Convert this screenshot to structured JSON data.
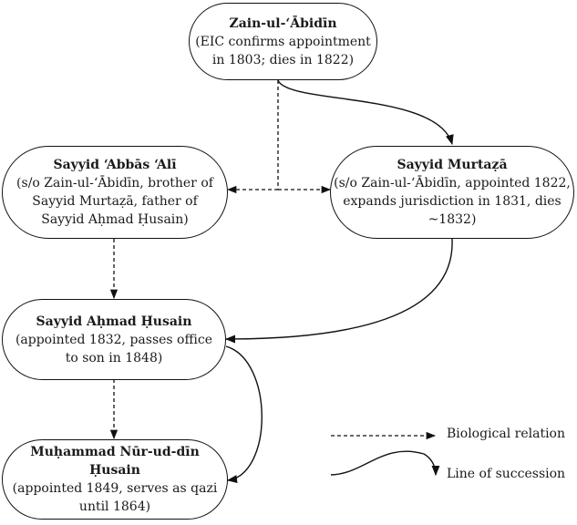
{
  "nodes": {
    "zain": {
      "name": "Zain-ul-‘Ābidīn",
      "desc": "(EIC confirms appointment in 1803; dies in 1822)"
    },
    "abbas": {
      "name": "Sayyid ‘Abbās ‘Alī",
      "desc": "(s/o Zain-ul-‘Ābidīn, brother of Sayyid Murtaẓā, father of Sayyid Aḥmad Ḥusain)"
    },
    "murtaza": {
      "name": "Sayyid Murtaẓā",
      "desc": "(s/o Zain-ul-‘Ābidīn, appointed 1822, expands jurisdiction in 1831, dies ~1832)"
    },
    "ahmad": {
      "name": "Sayyid Aḥmad Ḥusain",
      "desc": "(appointed 1832, passes office to son in 1848)"
    },
    "muhammad": {
      "name": "Muḥammad Nūr-ud-dīn Ḥusain",
      "desc": "(appointed 1849, serves as qazi until 1864)"
    }
  },
  "edges": [
    {
      "from": "zain",
      "to": "abbas",
      "type": "biological"
    },
    {
      "from": "zain",
      "to": "murtaza",
      "type": "biological"
    },
    {
      "from": "zain",
      "to": "murtaza",
      "type": "succession"
    },
    {
      "from": "abbas",
      "to": "ahmad",
      "type": "biological"
    },
    {
      "from": "murtaza",
      "to": "ahmad",
      "type": "succession"
    },
    {
      "from": "ahmad",
      "to": "muhammad",
      "type": "biological"
    },
    {
      "from": "ahmad",
      "to": "muhammad",
      "type": "succession"
    }
  ],
  "legend": {
    "biological": "Biological relation",
    "succession": "Line of succession"
  }
}
